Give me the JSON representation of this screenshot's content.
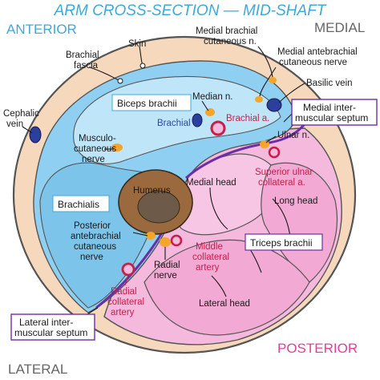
{
  "title": "ARM CROSS-SECTION — MID-SHAFT",
  "regions": {
    "anterior": "ANTERIOR",
    "medial": "MEDIAL",
    "lateral": "LATERAL",
    "posterior": "POSTERIOR"
  },
  "colors": {
    "title": "#3fa9d8",
    "anterior_compartment": "#8fd0f2",
    "posterior_compartment": "#f4b9dd",
    "subcutaneous": "#f6d9bd",
    "skin_outline": "#555555",
    "septum": "#6a2fa8",
    "bone": "#9a6a3e",
    "marrow": "#6e5a48",
    "vein": "#2a3f9e",
    "artery": "#c4204a",
    "nerve": "#f4a52a",
    "box_border": "#6a2fa8"
  },
  "labels": {
    "skin": "Skin",
    "brachial_fascia_1": "Brachial",
    "brachial_fascia_2": "fascia",
    "medial_brachial_cut_1": "Medial brachial",
    "medial_brachial_cut_2": "cutaneous n.",
    "medial_antebrachial_1": "Medial antebrachial",
    "medial_antebrachial_2": "cutaneous nerve",
    "basilic_vein": "Basilic vein",
    "cephalic_vein_1": "Cephalic",
    "cephalic_vein_2": "vein",
    "biceps_brachii": "Biceps brachii",
    "median_nerve": "Median n.",
    "brachial_vein": "Brachial v.",
    "brachial_artery": "Brachial a.",
    "medial_intermuscular_1": "Medial inter-",
    "medial_intermuscular_2": "muscular septum",
    "ulnar_nerve": "Ulnar n.",
    "musculocutaneous_1": "Musculo-",
    "musculocutaneous_2": "cutaneous",
    "musculocutaneous_3": "nerve",
    "medial_head": "Medial head",
    "superior_ulnar_1": "Superior ulnar",
    "superior_ulnar_2": "collateral a.",
    "humerus": "Humerus",
    "long_head": "Long head",
    "brachialis": "Brachialis",
    "posterior_antebrachial_1": "Posterior",
    "posterior_antebrachial_2": "antebrachial",
    "posterior_antebrachial_3": "cutaneous",
    "posterior_antebrachial_4": "nerve",
    "triceps_brachii": "Triceps brachii",
    "radial_nerve_1": "Radial",
    "radial_nerve_2": "nerve",
    "middle_collateral_1": "Middle",
    "middle_collateral_2": "collateral",
    "middle_collateral_3": "artery",
    "radial_collateral_1": "Radial",
    "radial_collateral_2": "collateral",
    "radial_collateral_3": "artery",
    "lateral_head": "Lateral head",
    "lateral_intermuscular_1": "Lateral inter-",
    "lateral_intermuscular_2": "muscular septum"
  }
}
